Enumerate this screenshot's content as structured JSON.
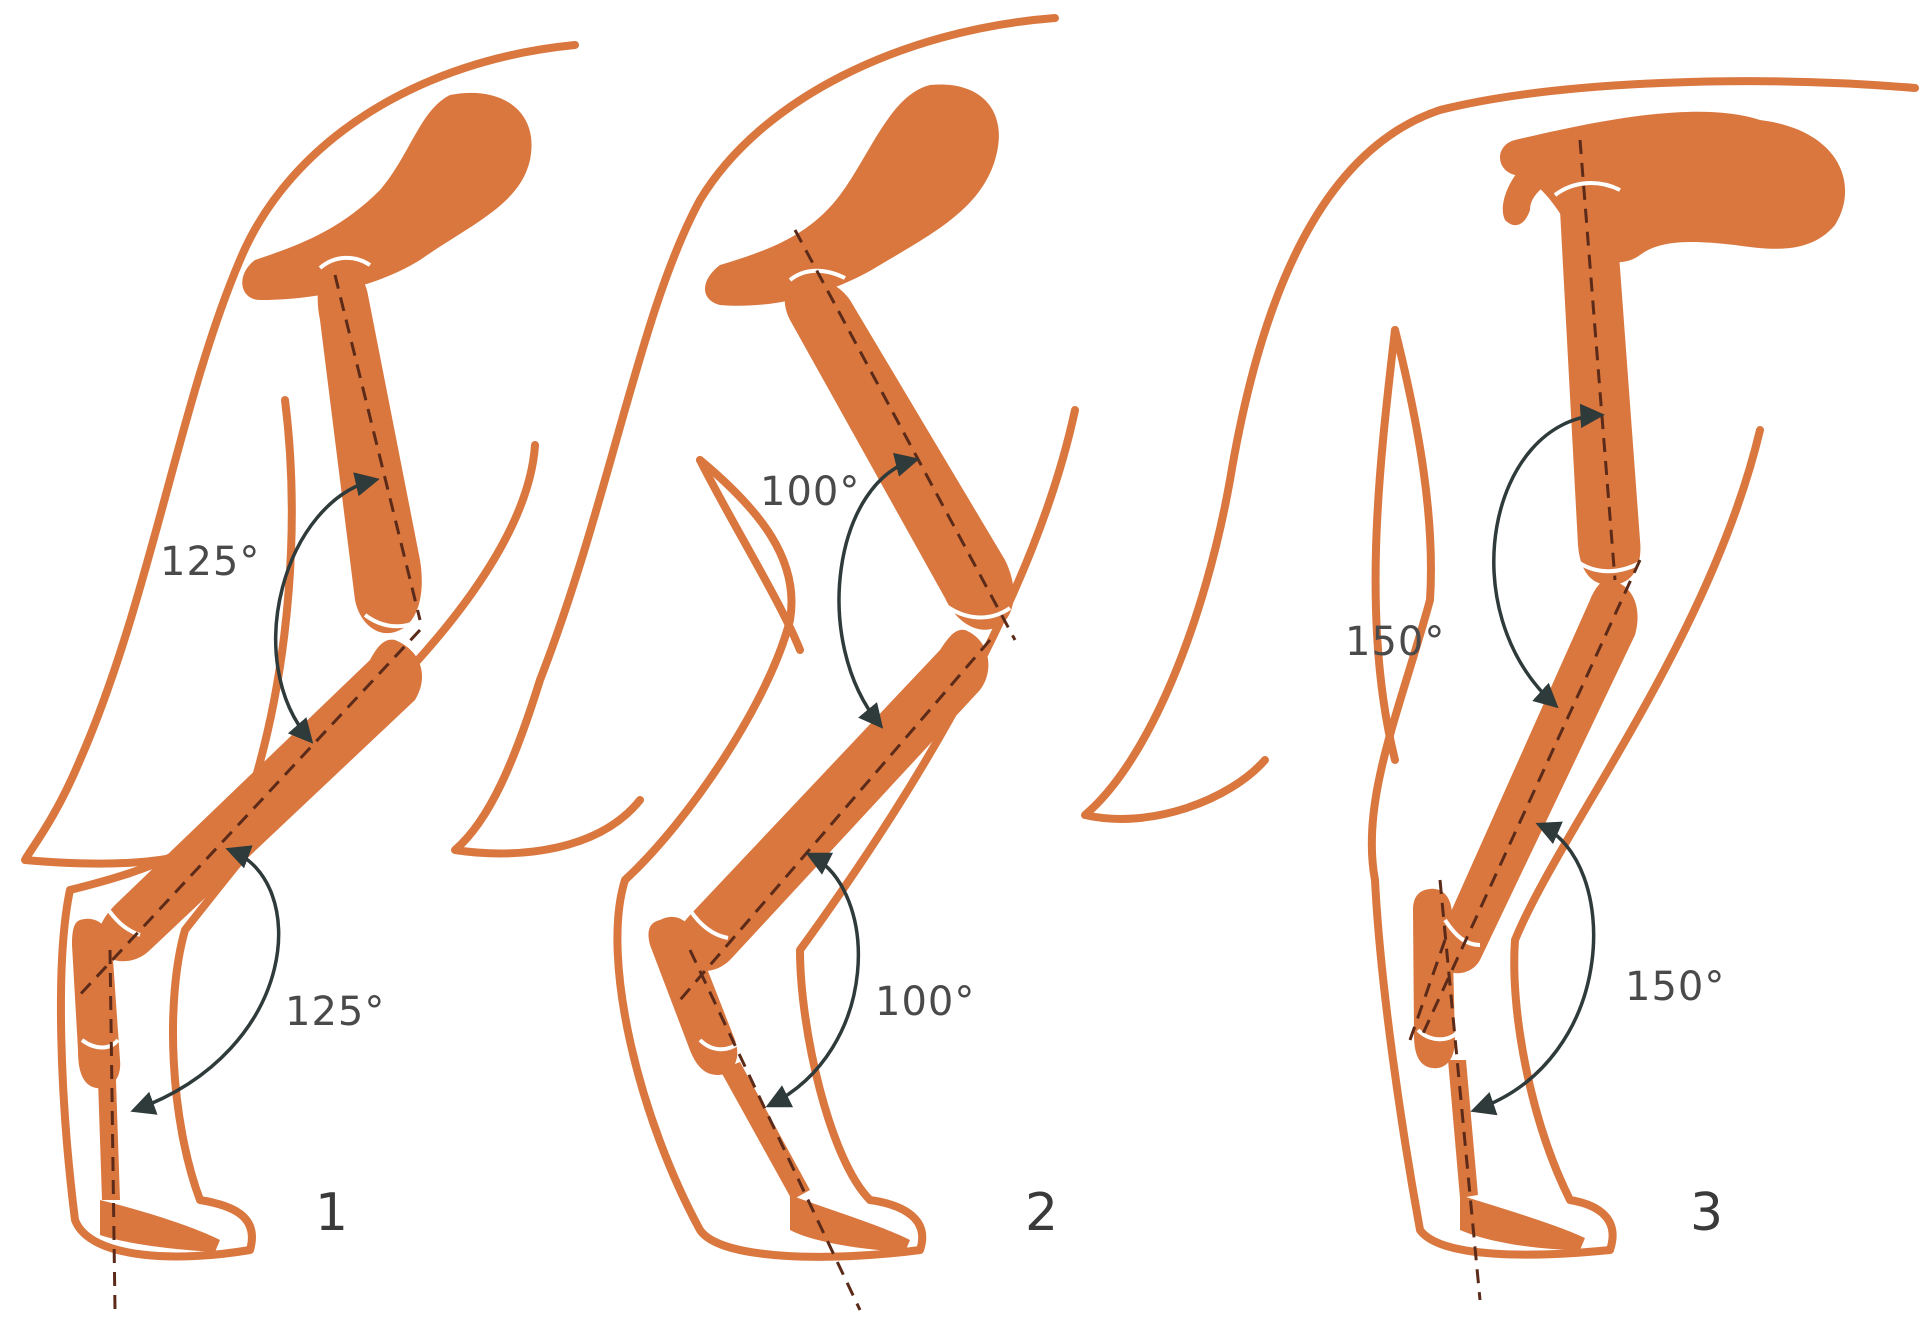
{
  "colors": {
    "outline": "#d9773f",
    "bone": "#d9773f",
    "joint_line": "#ffffff",
    "axis_line": "#5b2a18",
    "arc": "#2f3a3a",
    "background": "#ffffff"
  },
  "panels": [
    {
      "number": "1",
      "angle_upper": "125°",
      "angle_lower": "125°"
    },
    {
      "number": "2",
      "angle_upper": "100°",
      "angle_lower": "100°"
    },
    {
      "number": "3",
      "angle_upper": "150°",
      "angle_lower": "150°"
    }
  ]
}
